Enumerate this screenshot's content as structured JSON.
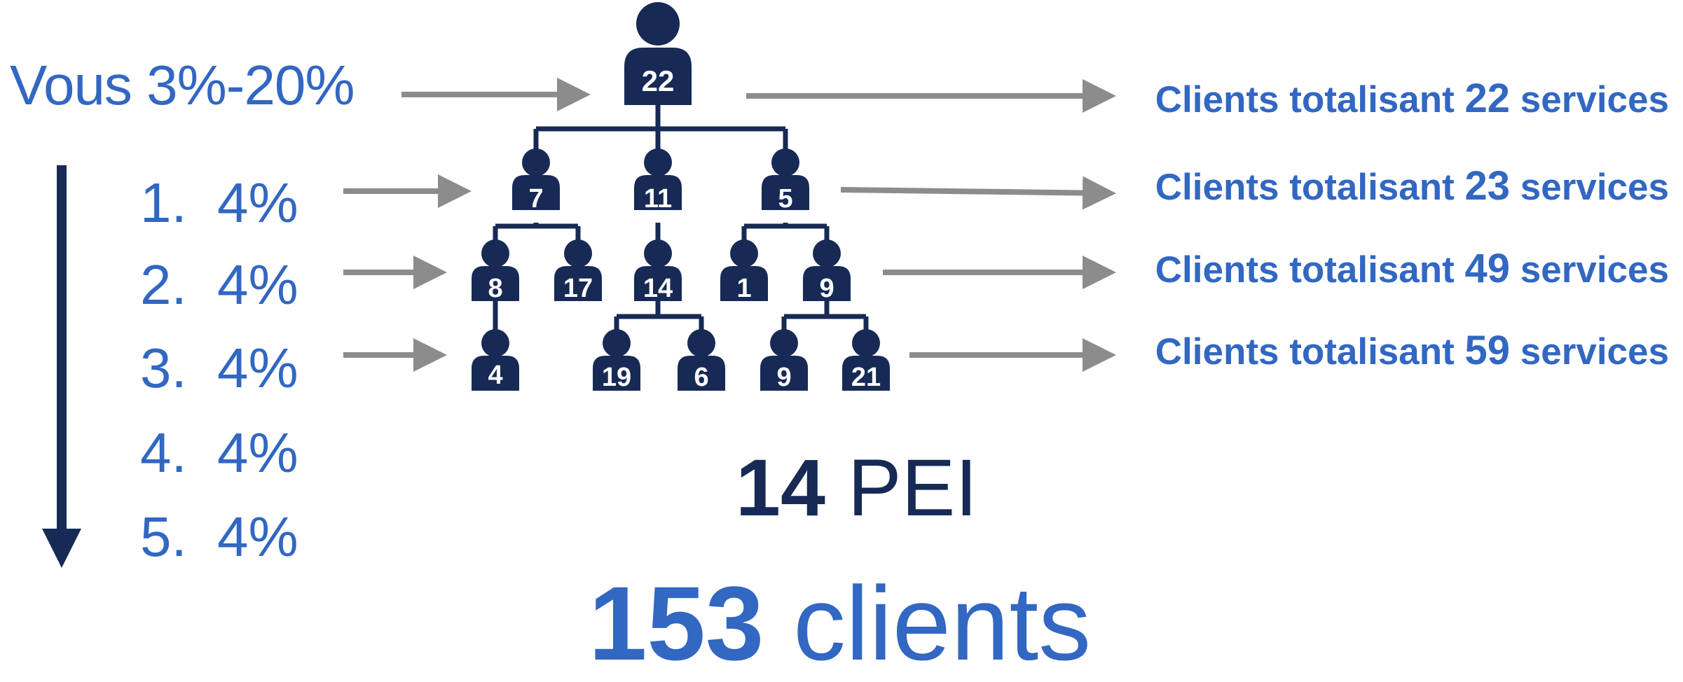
{
  "colors": {
    "blue": "#3267c2",
    "navy": "#172a55",
    "arrow": "#8c8c8c"
  },
  "icon": "person-icon",
  "vous": {
    "label": "Vous",
    "range": "3%-20%"
  },
  "levels": [
    {
      "n": "1.",
      "pct": "4%"
    },
    {
      "n": "2.",
      "pct": "4%"
    },
    {
      "n": "3.",
      "pct": "4%"
    },
    {
      "n": "4.",
      "pct": "4%"
    },
    {
      "n": "5.",
      "pct": "4%"
    }
  ],
  "tree": {
    "root": "22",
    "level1": [
      "7",
      "11",
      "5"
    ],
    "level2": [
      "8",
      "17",
      "14",
      "1",
      "9"
    ],
    "level3": [
      "4",
      "19",
      "6",
      "9",
      "21"
    ]
  },
  "clients_lines": [
    {
      "prefix": "Clients totalisant",
      "value": "22",
      "suffix": "services"
    },
    {
      "prefix": "Clients totalisant",
      "value": "23",
      "suffix": "services"
    },
    {
      "prefix": "Clients totalisant",
      "value": "49",
      "suffix": "services"
    },
    {
      "prefix": "Clients totalisant",
      "value": "59",
      "suffix": "services"
    }
  ],
  "summary": {
    "pei_count": "14",
    "pei_label": "PEI",
    "clients_count": "153",
    "clients_label": "clients"
  }
}
